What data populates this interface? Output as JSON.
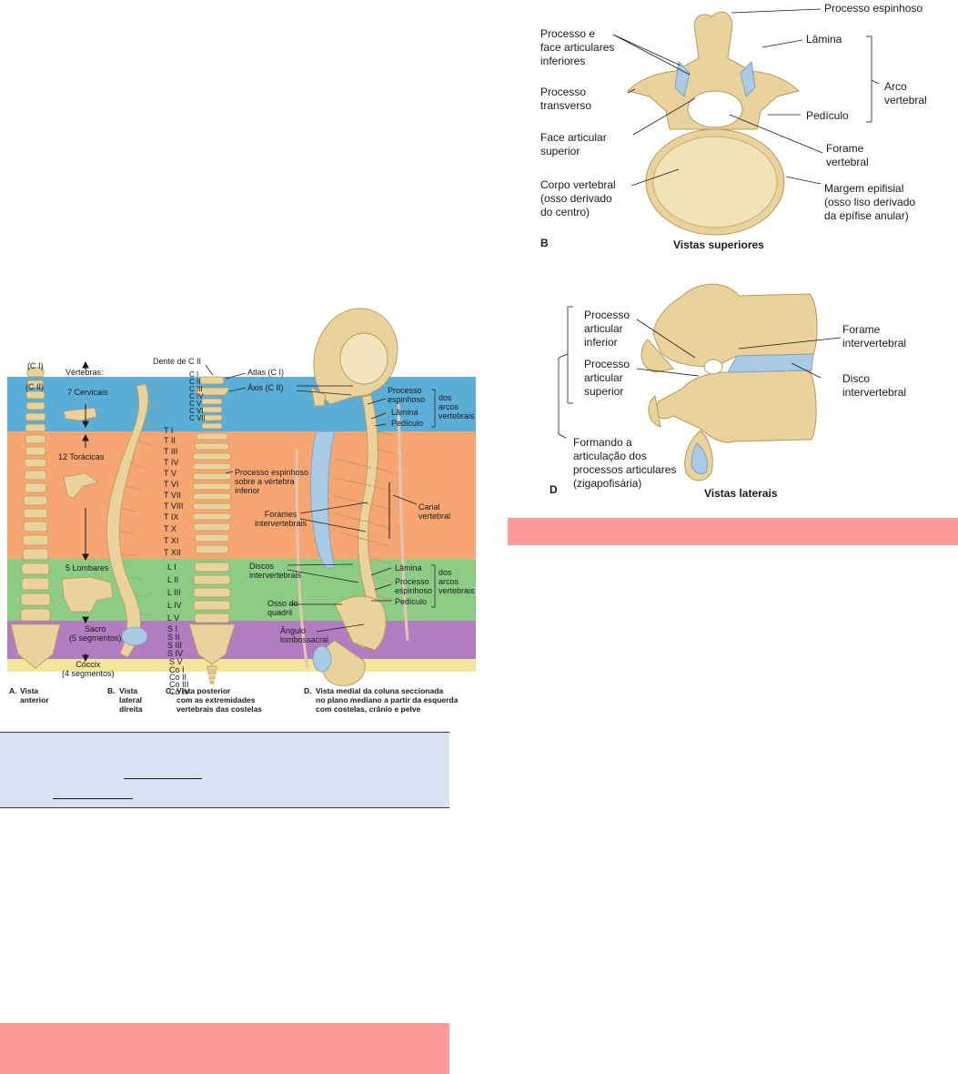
{
  "spine_figure": {
    "regions": {
      "vertebras": "Vértebras:",
      "cervicais": "7 Cervicais",
      "toracicas": "12 Torácicas",
      "lombares": "5 Lombares",
      "sacro": "Sacro\n(5 segmentos)",
      "coccix": "Cóccix\n(4 segmentos)"
    },
    "top_labels": {
      "ci": "(C I)",
      "cii": "(C II)"
    },
    "dente": "Dente de C II",
    "atlas": "Atlas (C I)",
    "axis": "Áxis (C II)",
    "levels": [
      "C I",
      "C II",
      "C III",
      "C IV",
      "C V",
      "C VI",
      "C VII",
      "T I",
      "T II",
      "T III",
      "T IV",
      "T V",
      "T VI",
      "T VII",
      "T VIII",
      "T IX",
      "T X",
      "T XI",
      "T XII",
      "L I",
      "L II",
      "L III",
      "L IV",
      "L V",
      "S I",
      "S II",
      "S III",
      "S IV",
      "S V",
      "Co I",
      "Co II",
      "Co III",
      "Co IV"
    ],
    "proc_esp_sobre": "Processo espinhoso\nsobre a vértebra\ninferior",
    "forames_inter": "Forames\nintervertebrais",
    "canal_vertebral": "Canal\nvertebral",
    "discos_inter": "Discos\nintervertebrais",
    "osso_quadril": "Osso do\nquadril",
    "angulo": "Ângulo\nlombossacral",
    "upper_group": {
      "processo": "Processo\nespinhoso",
      "lamina": "Lâmina",
      "pediculo": "Pedículo",
      "dos_arcos": "dos\narcos\nvertebrais"
    },
    "lower_group": {
      "lamina": "Lâmina",
      "processo": "Processo\nespinhoso",
      "pediculo": "Pedículo",
      "dos_arcos": "dos\narcos\nvertebrais"
    },
    "captions": {
      "a_letter": "A.",
      "a": "Vista\nanterior",
      "b_letter": "B.",
      "b": "Vista\nlateral\ndireita",
      "c_letter": "C.",
      "c": "Vista posterior\ncom as extremidades\nvertebrais das costelas",
      "d_letter": "D.",
      "d": "Vista medial da coluna seccionada\nno plano mediano a partir da esquerda\ncom costelas, crânio e pelve"
    },
    "colors": {
      "cervical": "#5aaed8",
      "thoracic": "#f7a672",
      "lumbar": "#8ccc84",
      "sacral": "#b27cc0",
      "coccyx": "#f3e69a",
      "bone": "#e9d29b"
    }
  },
  "figure_b": {
    "processo_espinhoso": "Processo espinhoso",
    "lamina": "Lâmina",
    "arco_vertebral": "Arco\nvertebral",
    "pediculo": "Pedículo",
    "processo_face": "Processo e\nface articulares\ninferiores",
    "processo_transverso": "Processo\ntransverso",
    "face_articular_superior": "Face articular\nsuperior",
    "forame_vertebral": "Forame\nvertebral",
    "corpo_vertebral": "Corpo vertebral\n(osso derivado\ndo centro)",
    "margem_epifisial": "Margem epifisial\n(osso liso derivado\nda epífise anular)",
    "letter": "B",
    "title": "Vistas superiores"
  },
  "figure_d": {
    "processo_articular_inferior": "Processo\narticular\ninferior",
    "processo_articular_superior": "Processo\narticular\nsuperior",
    "forame_intervertebral": "Forame\nintervertebral",
    "disco_intervertebral": "Disco\nintervertebral",
    "formando": "Formando a\narticulação dos\nprocessos articulares\n(zigapofisária)",
    "letter": "D",
    "title": "Vistas laterais"
  }
}
